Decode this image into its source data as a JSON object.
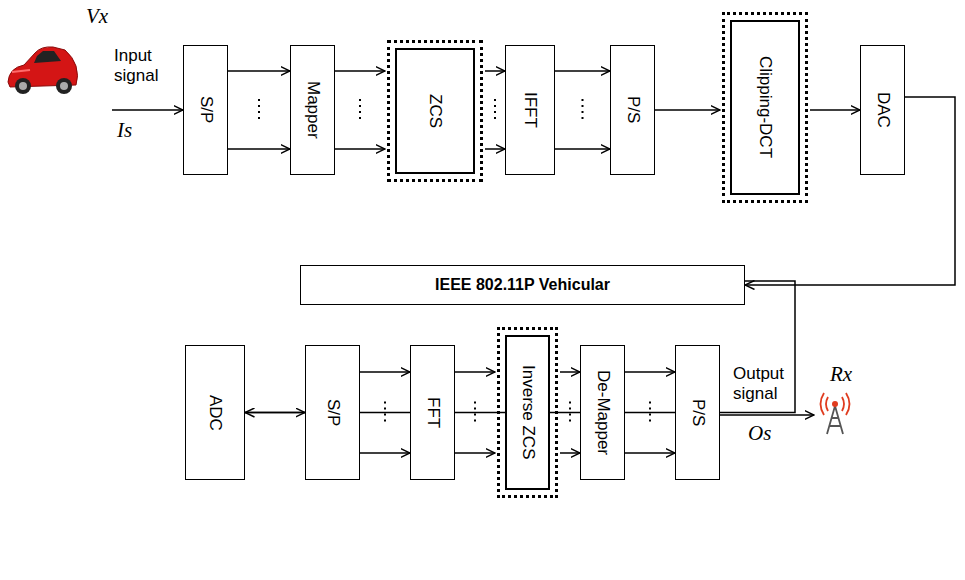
{
  "diagram": {
    "nodes": [
      {
        "text": [
          "S/P"
        ]
      },
      {
        "text": [
          "Mapper"
        ]
      },
      {
        "text": [
          "ZCS"
        ]
      },
      {
        "text": [
          "IFFT"
        ]
      },
      {
        "text": [
          "P/S"
        ]
      },
      {
        "text": [
          "Clipping-DCT"
        ]
      },
      {
        "text": [
          "DAC"
        ]
      },
      {
        "text": [
          "IEEE 802.11P Vehicular"
        ]
      },
      {
        "text": [
          "ADC"
        ]
      },
      {
        "text": [
          "S/P"
        ]
      },
      {
        "text": [
          "FFT"
        ]
      },
      {
        "text": [
          "Inverse ZCS"
        ]
      },
      {
        "text": [
          "De-Mapper"
        ]
      },
      {
        "text": [
          "P/S"
        ]
      }
    ],
    "edges": [
      {
        "from": 0,
        "to": 1,
        "arrow": "to"
      },
      {
        "from": 0,
        "to": 1,
        "arrow": "to"
      },
      {
        "from": 1,
        "to": 2,
        "arrow": "to"
      },
      {
        "from": 1,
        "to": 2,
        "arrow": "to"
      },
      {
        "from": 2,
        "to": 3,
        "arrow": "to"
      },
      {
        "from": 2,
        "to": 3,
        "arrow": "to"
      },
      {
        "from": 3,
        "to": 4,
        "arrow": "to"
      },
      {
        "from": 3,
        "to": 4,
        "arrow": "to"
      },
      {
        "from": 4,
        "to": 5,
        "arrow": "to"
      },
      {
        "from": 5,
        "to": 6,
        "arrow": "to"
      },
      {
        "from": 6,
        "to": 7,
        "arrow": "to"
      },
      {
        "from": 7,
        "to": 8,
        "arrow": "to"
      },
      {
        "from": 8,
        "to": 9,
        "arrow": "to"
      },
      {
        "from": 9,
        "to": 10,
        "arrow": "to"
      },
      {
        "from": 9,
        "to": 10,
        "arrow": "to"
      },
      {
        "from": 10,
        "to": 11,
        "arrow": "to"
      },
      {
        "from": 10,
        "to": 11,
        "arrow": "to"
      },
      {
        "from": 11,
        "to": 12,
        "arrow": "to"
      },
      {
        "from": 11,
        "to": 12,
        "arrow": "to"
      },
      {
        "from": 12,
        "to": 13,
        "arrow": "to"
      },
      {
        "from": 12,
        "to": 13,
        "arrow": "to"
      }
    ],
    "labels": [
      "Vx",
      "Input signal",
      "Is",
      "Output signal",
      "Os",
      "Rx"
    ]
  }
}
